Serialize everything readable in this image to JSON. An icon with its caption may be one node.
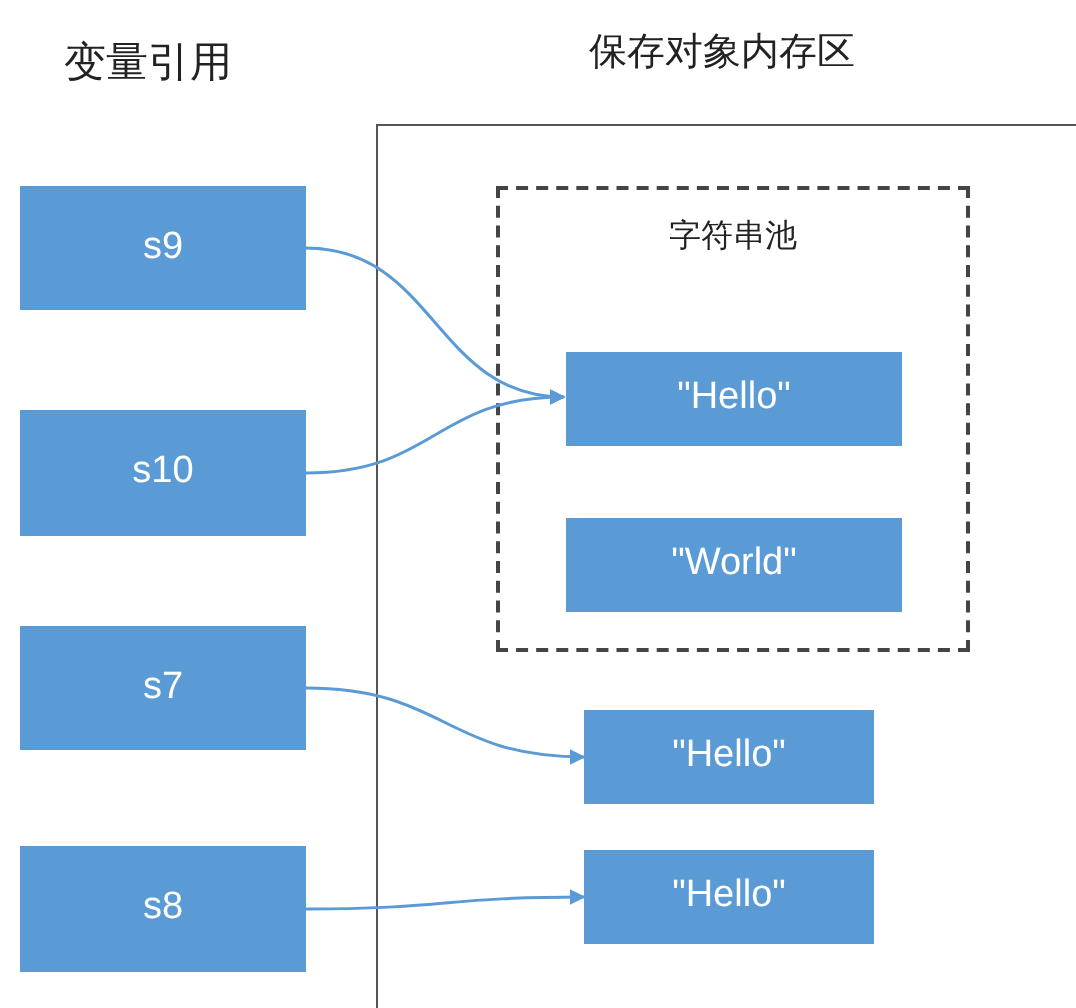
{
  "diagram": {
    "nodes": [
      {
        "text": [
          "s9"
        ]
      },
      {
        "text": [
          "s10"
        ]
      },
      {
        "text": [
          "s7"
        ]
      },
      {
        "text": [
          "s8"
        ]
      },
      {
        "text": [
          "保存对象内存区"
        ]
      },
      {
        "text": [
          "字符串池"
        ],
        "in": 4
      },
      {
        "text": [
          "\"Hello\""
        ],
        "in": 5
      },
      {
        "text": [
          "\"World\""
        ],
        "in": 5
      },
      {
        "text": [
          "\"Hello\""
        ],
        "in": 4
      },
      {
        "text": [
          "\"Hello\""
        ],
        "in": 4
      }
    ],
    "edges": [
      {
        "from": 0,
        "to": 6,
        "arrow": "to"
      },
      {
        "from": 1,
        "to": 6,
        "arrow": "to"
      },
      {
        "from": 2,
        "to": 8,
        "arrow": "to"
      },
      {
        "from": 3,
        "to": 9,
        "arrow": "to"
      }
    ],
    "labels": [
      "变量引用"
    ]
  }
}
